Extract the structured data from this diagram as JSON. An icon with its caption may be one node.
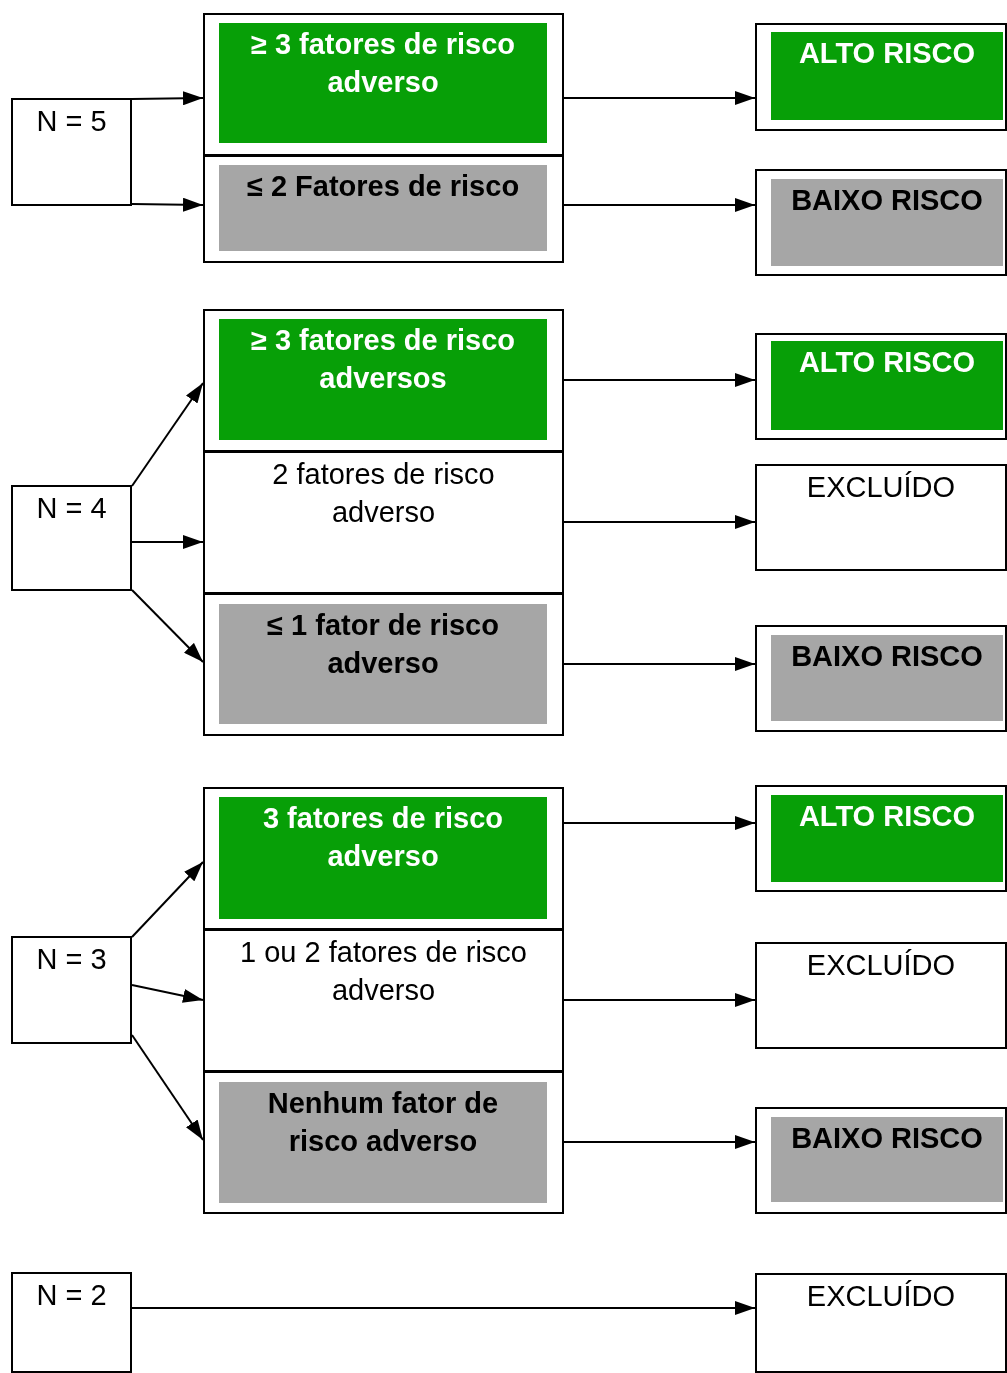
{
  "diagram": {
    "nodes": [
      {
        "text": [],
        "shape": "box"
      },
      {
        "text": [
          "≥ 3 fatores de risco adverso"
        ],
        "in": 0
      },
      {
        "text": [],
        "shape": "box"
      },
      {
        "text": [
          "ALTO RISCO"
        ],
        "in": 2
      },
      {
        "text": [
          "N = 5"
        ]
      },
      {
        "text": [],
        "shape": "box"
      },
      {
        "text": [
          "≤ 2 Fatores de risco"
        ],
        "in": 5
      },
      {
        "text": [],
        "shape": "box"
      },
      {
        "text": [
          "BAIXO RISCO"
        ],
        "in": 7
      },
      {
        "text": [],
        "shape": "box"
      },
      {
        "text": [
          "≥ 3 fatores de risco adversos"
        ],
        "in": 9
      },
      {
        "text": [],
        "shape": "box"
      },
      {
        "text": [
          "ALTO RISCO"
        ],
        "in": 11
      },
      {
        "text": [
          "N = 4"
        ]
      },
      {
        "text": [
          "2 fatores de risco adverso"
        ]
      },
      {
        "text": [
          "EXCLUÍDO"
        ]
      },
      {
        "text": [],
        "shape": "box"
      },
      {
        "text": [
          "≤ 1 fator de risco adverso"
        ],
        "in": 16
      },
      {
        "text": [],
        "shape": "box"
      },
      {
        "text": [
          "BAIXO RISCO"
        ],
        "in": 18
      },
      {
        "text": [],
        "shape": "box"
      },
      {
        "text": [
          "3 fatores de risco adverso"
        ],
        "in": 20
      },
      {
        "text": [],
        "shape": "box"
      },
      {
        "text": [
          "ALTO RISCO"
        ],
        "in": 22
      },
      {
        "text": [
          "N = 3"
        ]
      },
      {
        "text": [
          "1 ou 2 fatores de risco adverso"
        ]
      },
      {
        "text": [
          "EXCLUÍDO"
        ]
      },
      {
        "text": [],
        "shape": "box"
      },
      {
        "text": [
          "Nenhum fator de risco adverso"
        ],
        "in": 27
      },
      {
        "text": [],
        "shape": "box"
      },
      {
        "text": [
          "BAIXO RISCO"
        ],
        "in": 29
      },
      {
        "text": [
          "N = 2"
        ]
      },
      {
        "text": [
          "EXCLUÍDO"
        ]
      }
    ],
    "edges": [
      {
        "from": 4,
        "to": 0,
        "arrow": "to"
      },
      {
        "from": 4,
        "to": 5,
        "arrow": "to"
      },
      {
        "from": 0,
        "to": 2,
        "arrow": "to"
      },
      {
        "from": 5,
        "to": 7,
        "arrow": "to"
      },
      {
        "from": 13,
        "to": 9,
        "arrow": "to"
      },
      {
        "from": 13,
        "to": 14,
        "arrow": "to"
      },
      {
        "from": 13,
        "to": 16,
        "arrow": "to"
      },
      {
        "from": 9,
        "to": 11,
        "arrow": "to"
      },
      {
        "from": 14,
        "to": 15,
        "arrow": "to"
      },
      {
        "from": 16,
        "to": 18,
        "arrow": "to"
      },
      {
        "from": 24,
        "to": 20,
        "arrow": "to"
      },
      {
        "from": 24,
        "to": 25,
        "arrow": "to"
      },
      {
        "from": 24,
        "to": 27,
        "arrow": "to"
      },
      {
        "from": 20,
        "to": 22,
        "arrow": "to"
      },
      {
        "from": 25,
        "to": 26,
        "arrow": "to"
      },
      {
        "from": 27,
        "to": 29,
        "arrow": "to"
      },
      {
        "from": 31,
        "to": 32,
        "arrow": "to"
      }
    ]
  }
}
